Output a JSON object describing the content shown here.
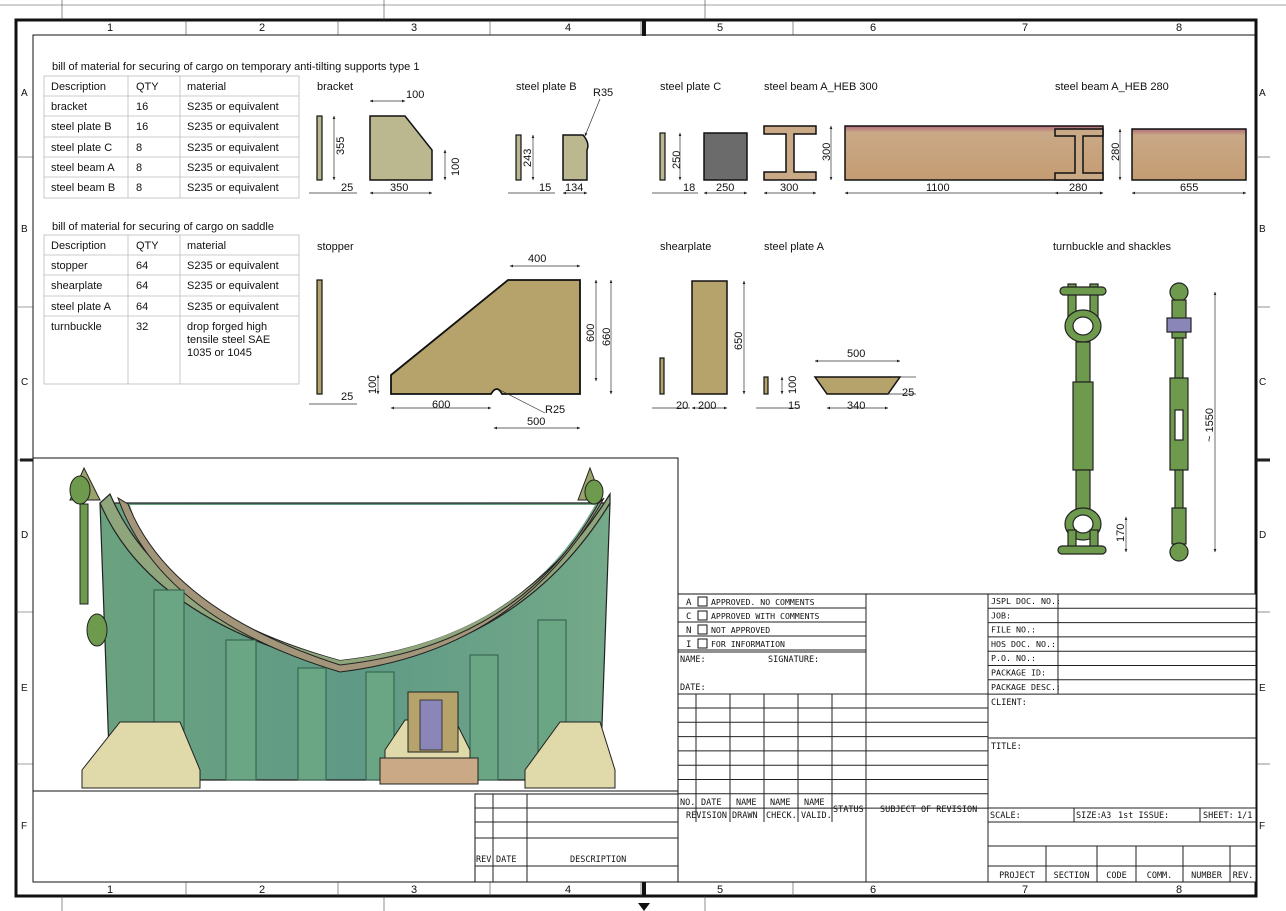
{
  "colors": {
    "tan": "#b5a36b",
    "olive": "#bbb890",
    "gray": "#6b6b6b",
    "steel": "#c9a986",
    "green": "#6d9a4c",
    "teal": "#5fa085",
    "cream": "#e0d9aa"
  },
  "grid": {
    "cols": [
      "1",
      "2",
      "3",
      "4",
      "5",
      "6",
      "7",
      "8"
    ],
    "rows": [
      "A",
      "B",
      "C",
      "D",
      "E",
      "F"
    ]
  },
  "bom1": {
    "title": "bill of material for securing of cargo on temporary anti-tilting supports type 1",
    "headers": [
      "Description",
      "QTY",
      "material"
    ],
    "rows": [
      [
        "bracket",
        "16",
        "S235 or equivalent"
      ],
      [
        "steel plate B",
        "16",
        "S235 or equivalent"
      ],
      [
        "steel plate C",
        "8",
        "S235 or equivalent"
      ],
      [
        "steel beam A",
        "8",
        "S235 or equivalent"
      ],
      [
        "steel beam B",
        "8",
        "S235 or equivalent"
      ]
    ]
  },
  "bom2": {
    "title": "bill of material for securing of cargo on saddle",
    "headers": [
      "Description",
      "QTY",
      "material"
    ],
    "rows": [
      [
        "stopper",
        "64",
        "S235 or equivalent"
      ],
      [
        "shearplate",
        "64",
        "S235 or equivalent"
      ],
      [
        "steel plate A",
        "64",
        "S235 or equivalent"
      ],
      [
        "turnbuckle",
        "32",
        "drop forged high",
        "tensile steel SAE",
        "1035 or 1045"
      ]
    ]
  },
  "parts": {
    "bracket": {
      "label": "bracket",
      "d": [
        "100",
        "355",
        "25",
        "350",
        "100"
      ]
    },
    "plateB": {
      "label": "steel plate B",
      "d": [
        "R35",
        "243",
        "15",
        "134"
      ]
    },
    "plateC": {
      "label": "steel plate C",
      "d": [
        "250",
        "18",
        "250"
      ]
    },
    "beamA": {
      "label": "steel beam A_HEB 300",
      "d": [
        "300",
        "300",
        "1100"
      ]
    },
    "beamB": {
      "label": "steel beam A_HEB 280",
      "d": [
        "280",
        "280",
        "655"
      ]
    },
    "stopper": {
      "label": "stopper",
      "d": [
        "400",
        "600",
        "660",
        "100",
        "25",
        "600",
        "R25",
        "500"
      ]
    },
    "shear": {
      "label": "shearplate",
      "d": [
        "650",
        "20",
        "200"
      ]
    },
    "plateA": {
      "label": "steel plate A",
      "d": [
        "100",
        "15",
        "500",
        "340",
        "25"
      ]
    },
    "turn": {
      "label": "turnbuckle and shackles",
      "d": [
        "~ 1550",
        "170"
      ]
    }
  },
  "approval": [
    "A",
    "APPROVED. NO COMMENTS",
    "C",
    "APPROVED WITH COMMENTS",
    "N",
    "NOT APPROVED",
    "I",
    "FOR INFORMATION"
  ],
  "sig": {
    "name": "NAME:",
    "signature": "SIGNATURE:",
    "date": "DATE:"
  },
  "revtable": {
    "no": "NO.",
    "date": "DATE",
    "name1": "NAME",
    "name2": "NAME",
    "name3": "NAME",
    "status": "STATUS",
    "subject": "SUBJECT OF REVISION",
    "revision": "REVISION",
    "drawn": "DRAWN",
    "check": "CHECK.",
    "valid": "VALID."
  },
  "revleft": {
    "rev": "REV",
    "date": "DATE",
    "desc": "DESCRIPTION"
  },
  "docinfo": [
    "JSPL DOC. NO.:",
    "JOB:",
    "FILE NO.:",
    "HOS DOC. NO.:",
    "P.O. NO.:",
    "PACKAGE ID:",
    "PACKAGE DESC.:"
  ],
  "client": "CLIENT:",
  "title": "TITLE:",
  "scalerow": {
    "scale": "SCALE:",
    "size": "SIZE:",
    "sizeval": "A3",
    "issue": "1st ISSUE:",
    "sheet": "SHEET:",
    "sheetval": "1/1"
  },
  "bottom": [
    "PROJECT",
    "SECTION",
    "CODE",
    "COMM.",
    "NUMBER",
    "REV."
  ]
}
